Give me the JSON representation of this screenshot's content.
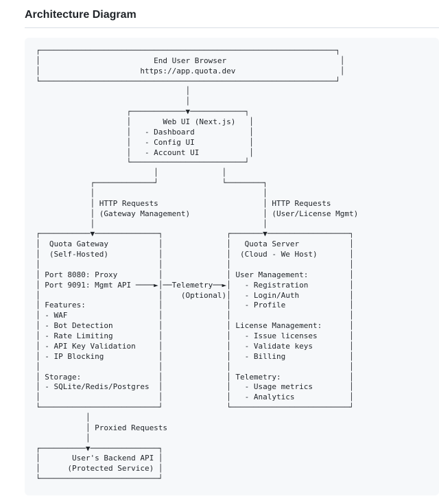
{
  "header": {
    "title": "Architecture Diagram"
  },
  "colors": {
    "page_background": "#ffffff",
    "code_block_background": "#f6f8fa",
    "text": "#1f2328",
    "divider": "#d8dee4"
  },
  "diagram": {
    "ascii_lines": [
      "┌─────────────────────────────────────────────────────────────────┐",
      "│                         End User Browser                         │",
      "│                      https://app.quota.dev                       │",
      "└─────────────────────────────────────────────────────────────────┘",
      "                                 │",
      "                                 │",
      "                    ┌────────────▼────────────┐",
      "                    │       Web UI (Next.js)   │",
      "                    │   - Dashboard            │",
      "                    │   - Config UI            │",
      "                    │   - Account UI           │",
      "                    └─────────────────────────┘",
      "                          │              │",
      "            ┌─────────────┘              └────────┐",
      "            │                                     │",
      "            │ HTTP Requests                       │ HTTP Requests",
      "            │ (Gateway Management)                │ (User/License Mgmt)",
      "            │                                     │",
      "┌───────────▼──────────────┐              ┌───────▼──────────────────┐",
      "│  Quota Gateway           │              │   Quota Server           │",
      "│  (Self-Hosted)           │              │  (Cloud - We Host)       │",
      "│                          │              │                          │",
      "│ Port 8080: Proxy         │              │ User Management:         │",
      "│ Port 9091: Mgmt API ────►│──Telemetry──►│   - Registration         │",
      "│                          │    (Optional)│   - Login/Auth           │",
      "│ Features:                │              │   - Profile              │",
      "│ - WAF                    │              │                          │",
      "│ - Bot Detection          │              │ License Management:      │",
      "│ - Rate Limiting          │              │   - Issue licenses       │",
      "│ - API Key Validation     │              │   - Validate keys        │",
      "│ - IP Blocking            │              │   - Billing              │",
      "│                          │              │                          │",
      "│ Storage:                 │              │ Telemetry:               │",
      "│ - SQLite/Redis/Postgres  │              │   - Usage metrics        │",
      "│                          │              │   - Analytics            │",
      "└──────────────────────────┘              └──────────────────────────┘",
      "           │",
      "           │ Proxied Requests",
      "           │",
      "┌──────────▼───────────────┐",
      "│       User's Backend API │",
      "│      (Protected Service) │",
      "└──────────────────────────┘"
    ],
    "nodes": [
      {
        "id": "end-user-browser",
        "title": "End User Browser",
        "subtitle": "https://app.quota.dev"
      },
      {
        "id": "web-ui",
        "title": "Web UI (Next.js)",
        "items": [
          "- Dashboard",
          "- Config UI",
          "- Account UI"
        ]
      },
      {
        "id": "quota-gateway",
        "title": "Quota Gateway",
        "subtitle": "(Self-Hosted)",
        "items": [
          "Port 8080: Proxy",
          "Port 9091: Mgmt API",
          "Features:",
          "- WAF",
          "- Bot Detection",
          "- Rate Limiting",
          "- API Key Validation",
          "- IP Blocking",
          "Storage:",
          "- SQLite/Redis/Postgres"
        ]
      },
      {
        "id": "quota-server",
        "title": "Quota Server",
        "subtitle": "(Cloud - We Host)",
        "items": [
          "User Management:",
          "- Registration",
          "- Login/Auth",
          "- Profile",
          "License Management:",
          "- Issue licenses",
          "- Validate keys",
          "- Billing",
          "Telemetry:",
          "- Usage metrics",
          "- Analytics"
        ]
      },
      {
        "id": "users-backend-api",
        "title": "User's Backend API",
        "subtitle": "(Protected Service)"
      }
    ],
    "edges": [
      {
        "from": "end-user-browser",
        "to": "web-ui",
        "label": ""
      },
      {
        "from": "web-ui",
        "to": "quota-gateway",
        "label": "HTTP Requests (Gateway Management)"
      },
      {
        "from": "web-ui",
        "to": "quota-server",
        "label": "HTTP Requests (User/License Mgmt)"
      },
      {
        "from": "quota-gateway",
        "to": "quota-server",
        "label": "──Telemetry──► (Optional)"
      },
      {
        "from": "quota-gateway",
        "to": "users-backend-api",
        "label": "Proxied Requests"
      }
    ]
  }
}
